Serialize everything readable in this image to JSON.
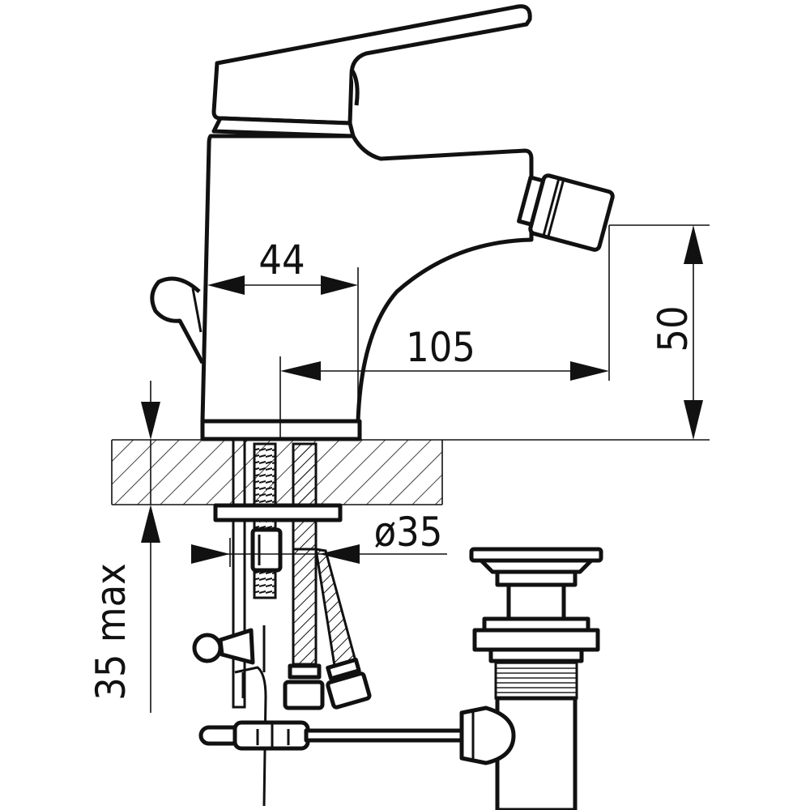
{
  "dimensions": {
    "body_width": "44",
    "spout_reach": "105",
    "spout_height": "50",
    "hole_diameter": "ø35",
    "max_thickness": "35 max"
  },
  "colors": {
    "line": "#111111",
    "background": "#ffffff"
  }
}
